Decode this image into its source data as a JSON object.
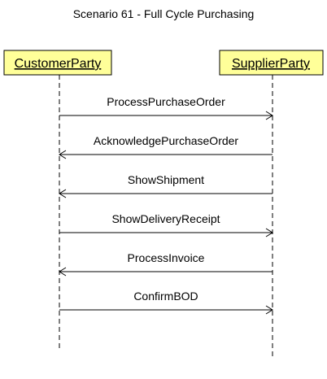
{
  "title": "Scenario 61 - Full Cycle Purchasing",
  "participants": [
    {
      "id": "customer",
      "name": "CustomerParty"
    },
    {
      "id": "supplier",
      "name": "SupplierParty"
    }
  ],
  "messages": [
    {
      "label": "ProcessPurchaseOrder",
      "from": "customer",
      "to": "supplier"
    },
    {
      "label": "AcknowledgePurchaseOrder",
      "from": "supplier",
      "to": "customer"
    },
    {
      "label": "ShowShipment",
      "from": "supplier",
      "to": "customer"
    },
    {
      "label": "ShowDeliveryReceipt",
      "from": "customer",
      "to": "supplier"
    },
    {
      "label": "ProcessInvoice",
      "from": "supplier",
      "to": "customer"
    },
    {
      "label": "ConfirmBOD",
      "from": "customer",
      "to": "supplier"
    }
  ],
  "colors": {
    "actor_fill": "#ffff99",
    "line": "#000000"
  }
}
